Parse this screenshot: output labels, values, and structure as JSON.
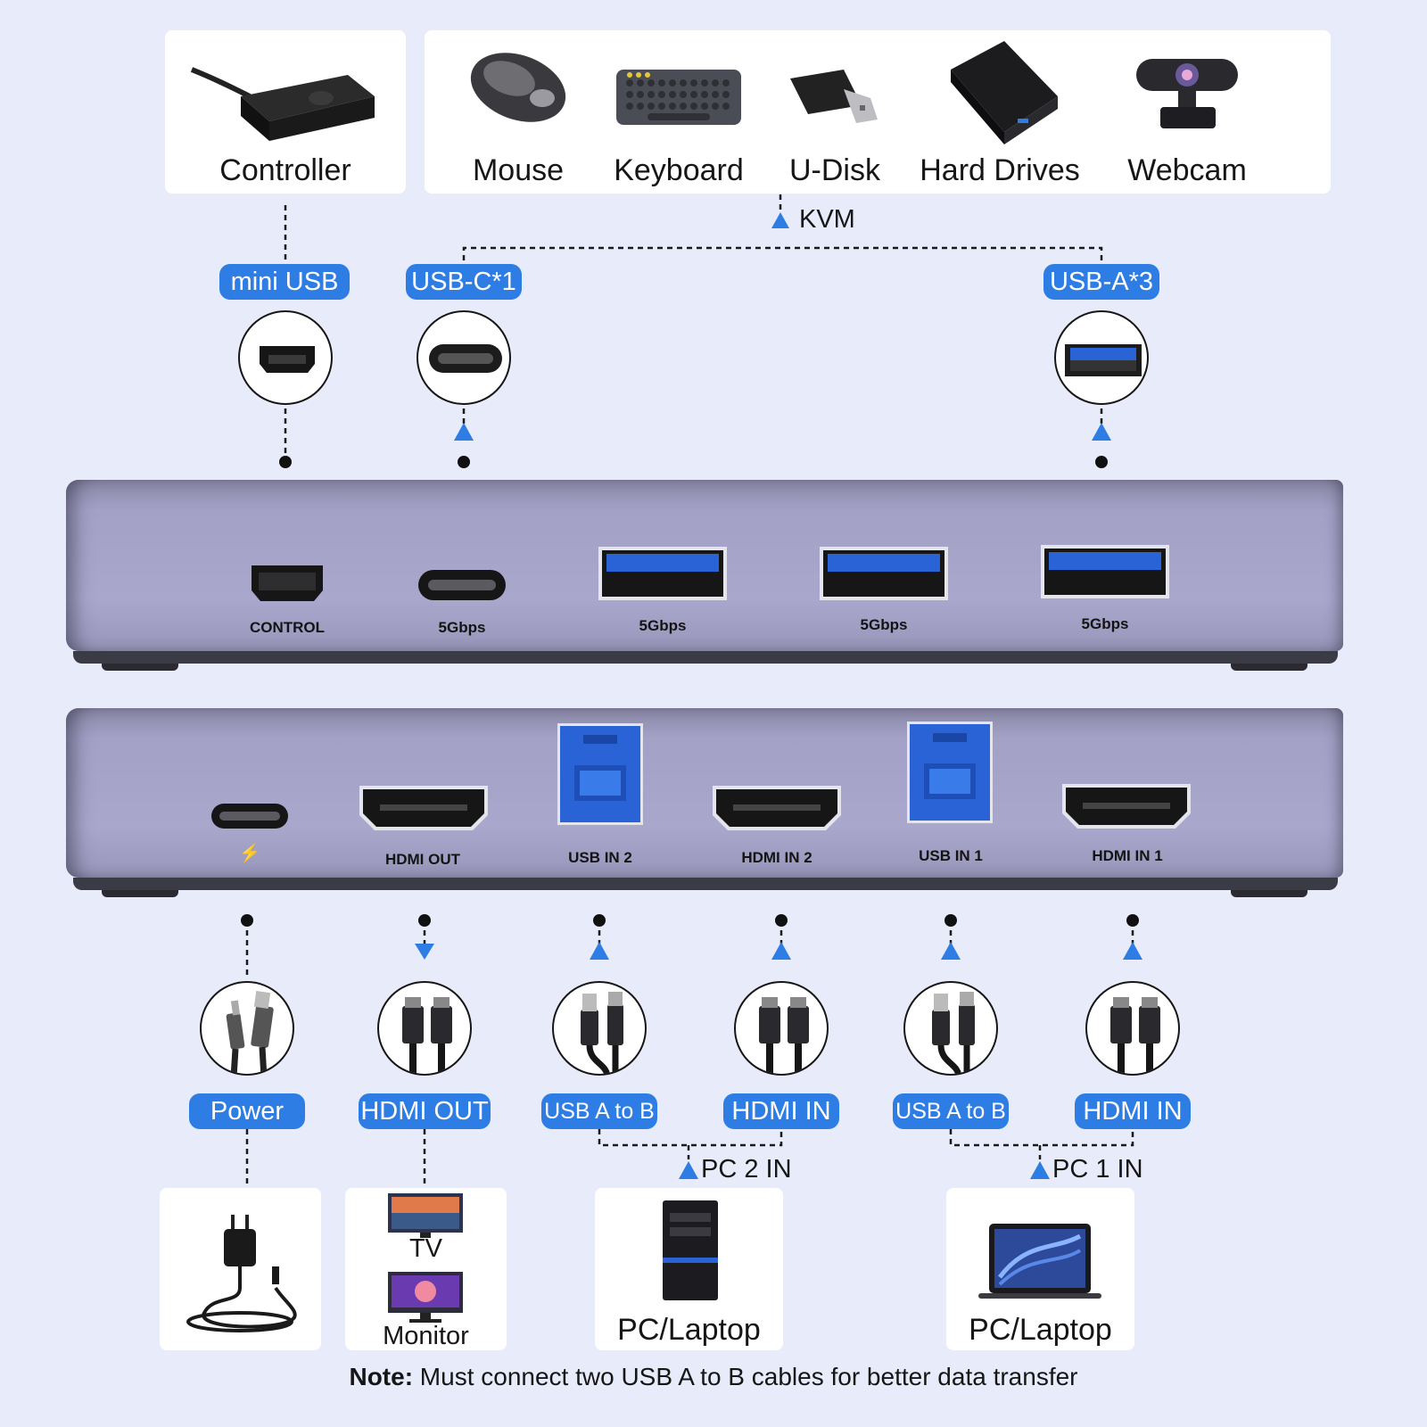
{
  "top_devices": {
    "controller": "Controller",
    "mouse": "Mouse",
    "keyboard": "Keyboard",
    "udisk": "U-Disk",
    "hard_drives": "Hard Drives",
    "webcam": "Webcam"
  },
  "kvm_label": "KVM",
  "top_connectors": {
    "mini_usb": "mini USB",
    "usb_c": "USB-C*1",
    "usb_a": "USB-A*3"
  },
  "front_panel_ports": {
    "control": "CONTROL",
    "speed_c": "5Gbps",
    "speed_a1": "5Gbps",
    "speed_a2": "5Gbps",
    "speed_a3": "5Gbps"
  },
  "rear_panel_ports": {
    "power_symbol": "⚡",
    "hdmi_out": "HDMI OUT",
    "usb_in_2": "USB IN 2",
    "hdmi_in_2": "HDMI IN 2",
    "usb_in_1": "USB IN 1",
    "hdmi_in_1": "HDMI IN 1"
  },
  "bottom_connectors": {
    "power": "Power",
    "hdmi_out": "HDMI OUT",
    "usb_a_to_b_2": "USB A to B",
    "hdmi_in_2": "HDMI IN",
    "usb_a_to_b_1": "USB A to B",
    "hdmi_in_1": "HDMI IN"
  },
  "pc_labels": {
    "pc2": "PC 2 IN",
    "pc1": "PC 1 IN"
  },
  "bottom_devices": {
    "tv": "TV",
    "monitor": "Monitor",
    "pc_laptop_2": "PC/Laptop",
    "pc_laptop_1": "PC/Laptop"
  },
  "note": {
    "bold": "Note:",
    "text": " Must connect two USB A to B cables for better data transfer"
  },
  "colors": {
    "background": "#e8ecfa",
    "accent_blue": "#2e7de4",
    "usb3_blue": "#2a63d6",
    "hub_body": "#a6a4c9"
  }
}
